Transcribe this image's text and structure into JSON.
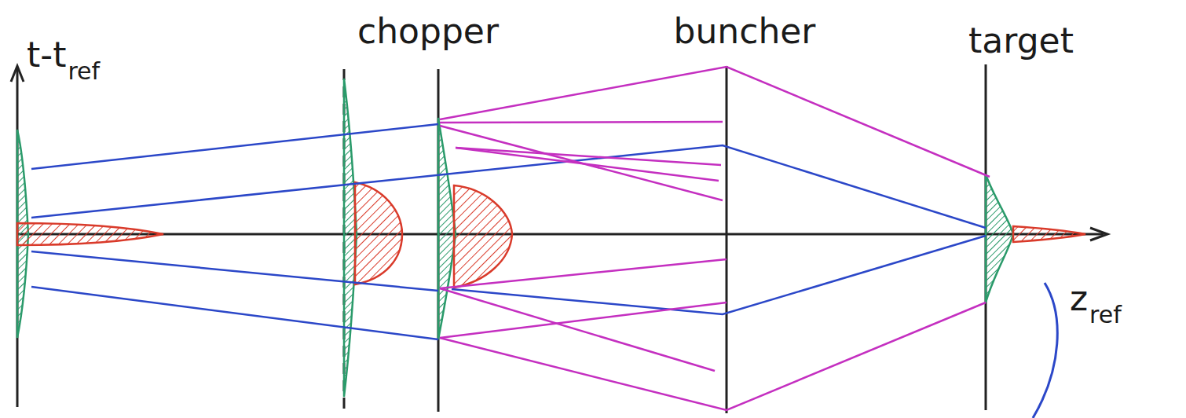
{
  "diagram": {
    "labels": [
      "t-t",
      "ref",
      "chopper",
      "buncher",
      "target",
      "z",
      "ref"
    ]
  }
}
